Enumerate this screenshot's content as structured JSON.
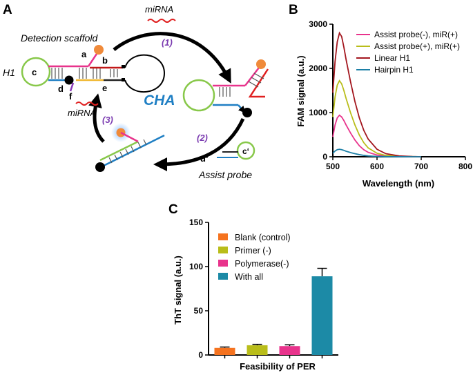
{
  "panelA": {
    "label": "A",
    "mirna_top": "miRNA",
    "mirna_left": "miRNA",
    "detection_scaffold": "Detection scaffold",
    "h1": "H1",
    "step1": "(1)",
    "step2": "(2)",
    "step3": "(3)",
    "cha": "CHA",
    "assist_probe": "Assist probe",
    "letter_a": "a",
    "letter_b": "b",
    "letter_c": "c",
    "letter_d": "d",
    "letter_e": "e",
    "letter_f": "f",
    "letter_dprime": "d‘",
    "letter_cprime": "c‘"
  },
  "panelB": {
    "label": "B",
    "chart_data": {
      "type": "line",
      "xlabel": "Wavelength (nm)",
      "ylabel": "FAM signal (a.u.)",
      "xlim": [
        500,
        800
      ],
      "ylim": [
        0,
        3000
      ],
      "xticks": [
        "500",
        "600",
        "700",
        "800"
      ],
      "yticks": [
        "0",
        "1000",
        "2000",
        "3000"
      ],
      "legend_position": "top-right",
      "x": [
        500,
        505,
        510,
        515,
        520,
        525,
        530,
        540,
        550,
        560,
        570,
        580,
        600,
        620,
        650,
        680,
        700
      ],
      "series": [
        {
          "name": "Assist probe(-), miR(+)",
          "color": "#e8338c",
          "values": [
            450,
            720,
            880,
            940,
            900,
            820,
            720,
            540,
            380,
            250,
            160,
            100,
            40,
            15,
            5,
            2,
            0
          ]
        },
        {
          "name": "Assist probe(+), miR(+)",
          "color": "#b9bd1a",
          "values": [
            900,
            1350,
            1620,
            1720,
            1650,
            1500,
            1320,
            1000,
            720,
            490,
            320,
            200,
            80,
            30,
            10,
            3,
            0
          ]
        },
        {
          "name": "Linear H1",
          "color": "#a3161e",
          "values": [
            1450,
            2150,
            2600,
            2800,
            2720,
            2480,
            2200,
            1700,
            1250,
            880,
            600,
            400,
            170,
            70,
            20,
            5,
            0
          ]
        },
        {
          "name": "Hairpin H1",
          "color": "#1c7fa6",
          "values": [
            80,
            130,
            160,
            170,
            160,
            145,
            125,
            95,
            70,
            48,
            32,
            20,
            8,
            3,
            1,
            0,
            0
          ]
        }
      ]
    }
  },
  "panelC": {
    "label": "C",
    "chart_data": {
      "type": "bar",
      "xlabel": "Feasibility of PER",
      "ylabel": "ThT signal (a.u.)",
      "ylim": [
        0,
        150
      ],
      "yticks": [
        "0",
        "50",
        "100",
        "150"
      ],
      "legend_position": "top-left",
      "categories": [
        "Blank (control)",
        "Primer (-)",
        "Polymerase(-)",
        "With all"
      ],
      "values": [
        8,
        11,
        10,
        89
      ],
      "errors": [
        1,
        1,
        1.5,
        9
      ],
      "colors": [
        "#f5731f",
        "#b9bd1a",
        "#e8338c",
        "#1c8aa6"
      ]
    }
  }
}
